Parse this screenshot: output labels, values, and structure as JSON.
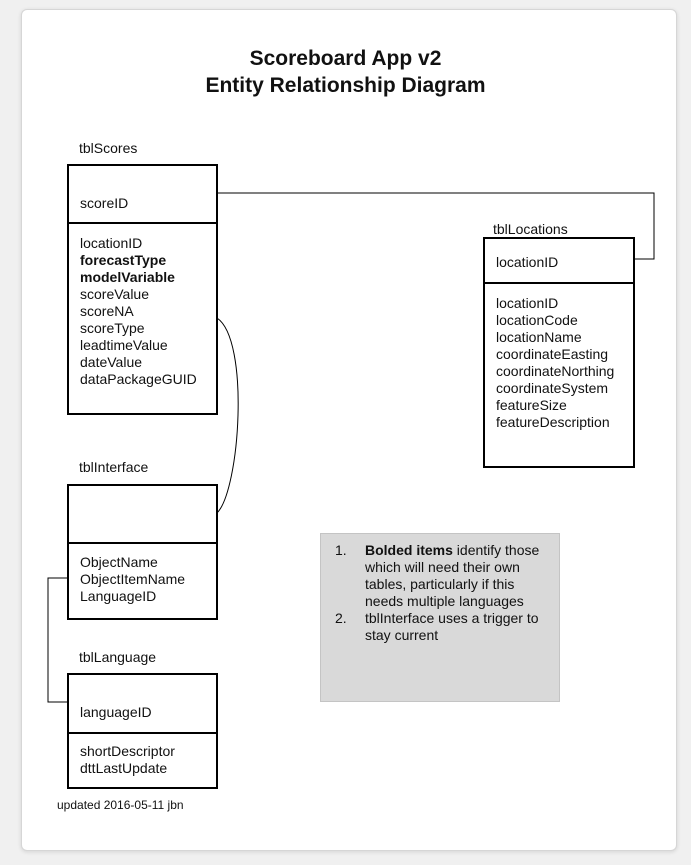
{
  "title_line1": "Scoreboard App v2",
  "title_line2": "Entity Relationship Diagram",
  "tables": {
    "scores": {
      "name": "tblScores",
      "key": "scoreID",
      "fields": [
        "locationID",
        "forecastType",
        "modelVariable",
        "scoreValue",
        "scoreNA",
        "scoreType",
        "leadtimeValue",
        "dateValue",
        "dataPackageGUID"
      ]
    },
    "locations": {
      "name": "tblLocations",
      "key": "locationID",
      "fields": [
        "locationID",
        "locationCode",
        "locationName",
        "coordinateEasting",
        "coordinateNorthing",
        "coordinateSystem",
        "featureSize",
        "featureDescription"
      ]
    },
    "interface": {
      "name": "tblInterface",
      "key": "",
      "fields": [
        "ObjectName",
        "ObjectItemName",
        "LanguageID"
      ]
    },
    "language": {
      "name": "tblLanguage",
      "key": "languageID",
      "fields": [
        "shortDescriptor",
        "dttLastUpdate"
      ]
    }
  },
  "notes": {
    "item1_number": "1.",
    "item1_bold": "Bolded items",
    "item1_rest": " identify those which will need their own tables, particularly if this needs multiple languages",
    "item2_number": "2.",
    "item2_text": "tblInterface uses a trigger to stay current"
  },
  "updated": "updated 2016-05-11 jbn"
}
